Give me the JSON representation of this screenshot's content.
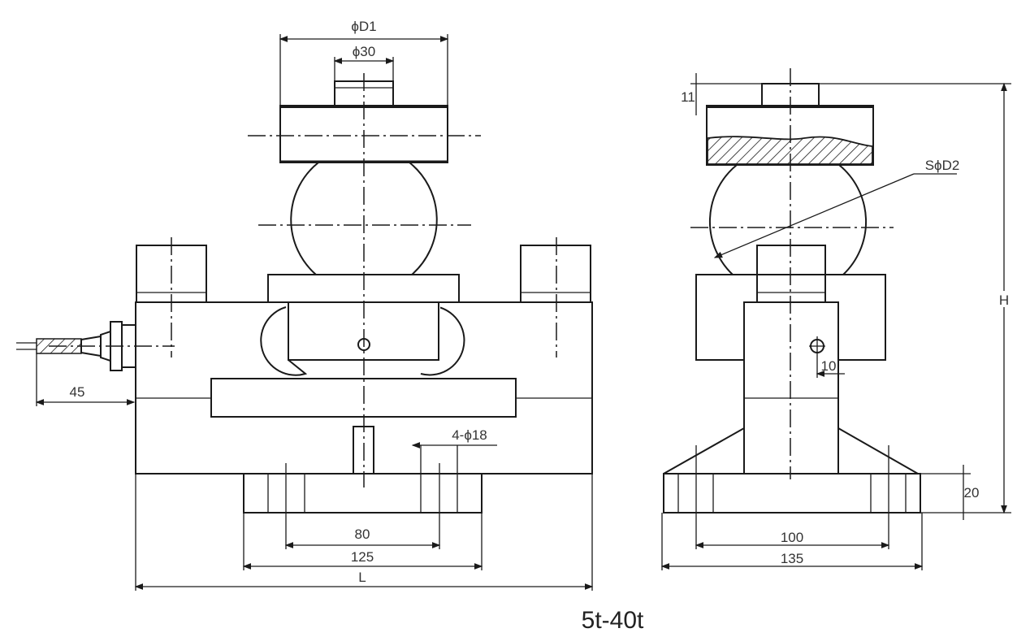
{
  "drawing": {
    "title": "5t-40t",
    "front_view": {
      "dia_d1": "ϕD1",
      "dia_30": "ϕ30",
      "dim_45": "45",
      "holes": "4-ϕ18",
      "dim_80": "80",
      "dim_125": "125",
      "dim_l": "L"
    },
    "side_view": {
      "dim_11": "11",
      "sphere": "SϕD2",
      "dim_h": "H",
      "dim_10": "10",
      "dim_20": "20",
      "dim_100": "100",
      "dim_135": "135"
    }
  }
}
